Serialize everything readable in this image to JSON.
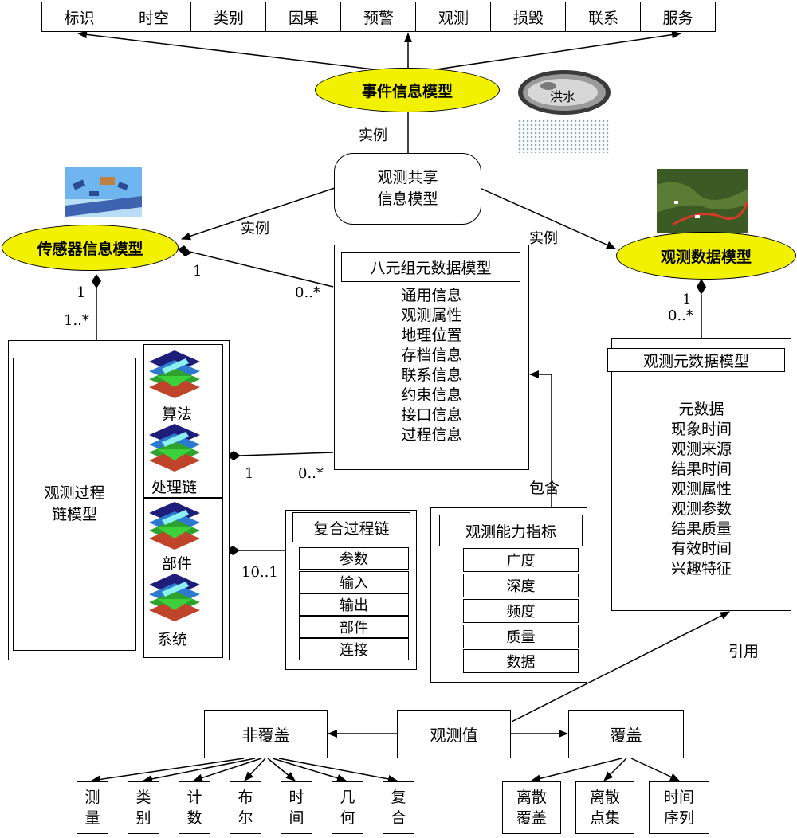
{
  "top_bar": [
    "标识",
    "时空",
    "类别",
    "因果",
    "预警",
    "观测",
    "损毁",
    "联系",
    "服务"
  ],
  "event_model": "事件信息模型",
  "flood_label": "洪水",
  "instance_labels": {
    "event": "实例",
    "sensor": "实例",
    "obs_data": "实例"
  },
  "shared_model": {
    "line1": "观测共享",
    "line2": "信息模型"
  },
  "sensor_model": "传感器信息模型",
  "obs_data_model": "观测数据模型",
  "eight_meta": {
    "title": "八元组元数据模型",
    "items": [
      "通用信息",
      "观测属性",
      "地理位置",
      "存档信息",
      "联系信息",
      "约束信息",
      "接口信息",
      "过程信息"
    ]
  },
  "multiplicity": {
    "sensor_bottom_1": "1",
    "sensor_bottom_2": "1..*",
    "sensor_meta_1": "1",
    "sensor_meta_2": "0..*",
    "obs_data_1": "1",
    "obs_data_2": "0..*",
    "chain_meta_1": "1",
    "chain_meta_2": "0..*",
    "composite": "10..1"
  },
  "process_chain": {
    "title_line1": "观测过程",
    "title_line2": "链模型",
    "icons": [
      "算法",
      "处理链",
      "部件",
      "系统"
    ]
  },
  "composite_chain": {
    "title": "复合过程链",
    "rows": [
      "参数",
      "输入",
      "输出",
      "部件",
      "连接"
    ]
  },
  "capability": {
    "title": "观测能力指标",
    "rows": [
      "广度",
      "深度",
      "频度",
      "质量",
      "数据"
    ]
  },
  "contains_label": "包含",
  "obs_meta": {
    "title": "观测元数据模型",
    "items": [
      "元数据",
      "现象时间",
      "观测来源",
      "结果时间",
      "观测属性",
      "观测参数",
      "结果质量",
      "有效时间",
      "兴趣特征"
    ]
  },
  "reference_label": "引用",
  "obs_value": "观测值",
  "non_coverage": {
    "label": "非覆盖",
    "children": [
      [
        "测",
        "量"
      ],
      [
        "类",
        "别"
      ],
      [
        "计",
        "数"
      ],
      [
        "布",
        "尔"
      ],
      [
        "时",
        "间"
      ],
      [
        "几",
        "何"
      ],
      [
        "复",
        "合"
      ]
    ]
  },
  "coverage": {
    "label": "覆盖",
    "children": [
      [
        "离散",
        "覆盖"
      ],
      [
        "离散",
        "点集"
      ],
      [
        "时间",
        "序列"
      ]
    ]
  },
  "colors": {
    "ellipse_fill": "#f2f200",
    "line": "#000000"
  }
}
